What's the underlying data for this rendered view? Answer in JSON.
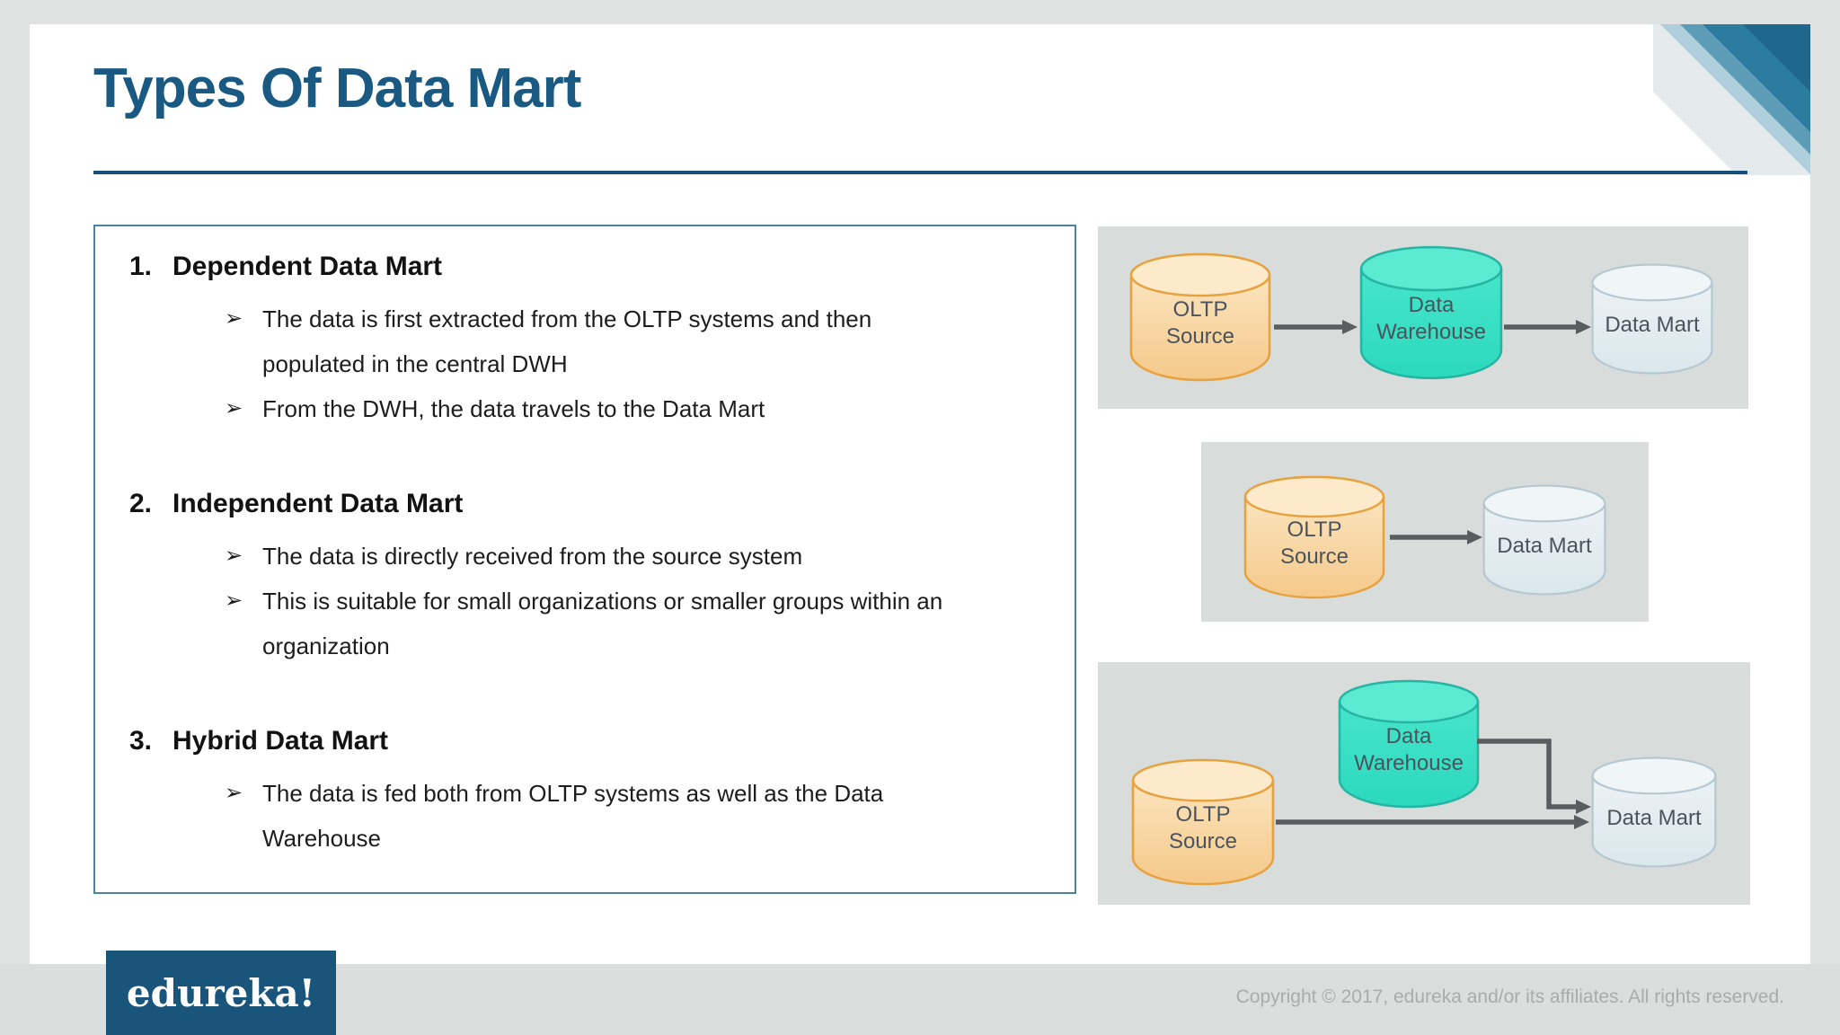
{
  "slide": {
    "title": "Types Of Data Mart",
    "logo_text": "edureka!",
    "copyright": "Copyright © 2017, edureka and/or its affiliates. All rights reserved."
  },
  "content_box": {
    "bullet_glyph": "➢",
    "sections": [
      {
        "number": "1.",
        "title": "Dependent Data Mart",
        "bullets": [
          "The data is first extracted from the OLTP systems and then\npopulated in the central DWH",
          "From the DWH, the data travels to the Data Mart"
        ]
      },
      {
        "number": "2.",
        "title": "Independent Data Mart",
        "bullets": [
          "The data is directly received from the source system",
          "This is suitable for small organizations or smaller groups within an\norganization"
        ]
      },
      {
        "number": "3.",
        "title": "Hybrid Data Mart",
        "bullets": [
          "The data is fed both from OLTP systems as well as the Data\nWarehouse"
        ]
      }
    ]
  },
  "diagrams": [
    {
      "name": "dependent-data-mart-flow",
      "nodes": [
        {
          "label": "OLTP Source",
          "type": "oltp-source"
        },
        {
          "label": "Data Warehouse",
          "type": "data-warehouse"
        },
        {
          "label": "Data Mart",
          "type": "data-mart"
        }
      ],
      "flow": "OLTP Source → Data Warehouse → Data Mart"
    },
    {
      "name": "independent-data-mart-flow",
      "nodes": [
        {
          "label": "OLTP Source",
          "type": "oltp-source"
        },
        {
          "label": "Data Mart",
          "type": "data-mart"
        }
      ],
      "flow": "OLTP Source → Data Mart"
    },
    {
      "name": "hybrid-data-mart-flow",
      "nodes": [
        {
          "label": "OLTP Source",
          "type": "oltp-source"
        },
        {
          "label": "Data Warehouse",
          "type": "data-warehouse"
        },
        {
          "label": "Data Mart",
          "type": "data-mart"
        }
      ],
      "flow": "OLTP Source → Data Mart; Data Warehouse → Data Mart"
    }
  ],
  "colors": {
    "title_blue": "#1a5a82",
    "logo_background": "#19547a",
    "oltp_source_fill": "#f8d9a4",
    "oltp_source_stroke": "#e7a13d",
    "data_warehouse_fill": "#3ee0c6",
    "data_warehouse_stroke": "#25b5a2",
    "data_mart_fill": "#e4edf1",
    "data_mart_stroke": "#b5c8d1",
    "panel_background": "#d8dcdb",
    "arrow_gray": "#595d5f",
    "copyright_gray": "#a8acab"
  }
}
